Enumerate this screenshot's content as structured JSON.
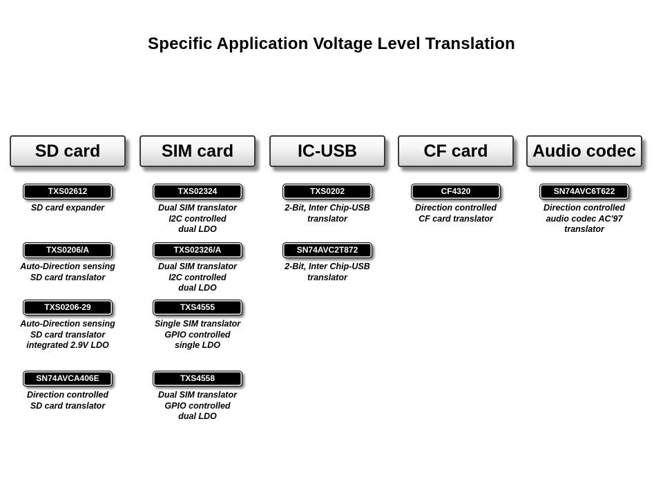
{
  "title": "Specific Application Voltage Level Translation",
  "colors": {
    "background": "#ffffff",
    "title_text": "#000000",
    "header_button_bg": "#e8e8e8",
    "header_button_border": "#3a3a3a",
    "part_button_bg": "#000000",
    "part_button_text": "#ffffff",
    "description_text": "#000000"
  },
  "columns": [
    {
      "header": "SD card",
      "parts": [
        {
          "name": "TXS02612",
          "desc": "SD card expander"
        },
        {
          "name": "TXS0206/A",
          "desc": "Auto-Direction sensing\nSD card translator"
        },
        {
          "name": "TXS0206-29",
          "desc": "Auto-Direction sensing\nSD card translator\nintegrated 2.9V LDO"
        },
        {
          "name": "SN74AVCA406E",
          "desc": "Direction controlled\nSD card translator"
        }
      ]
    },
    {
      "header": "SIM card",
      "parts": [
        {
          "name": "TXS02324",
          "desc": "Dual SIM translator\nI2C controlled\ndual LDO"
        },
        {
          "name": "TXS02326/A",
          "desc": "Dual SIM translator\nI2C controlled\ndual LDO"
        },
        {
          "name": "TXS4555",
          "desc": "Single SIM translator\nGPIO controlled\nsingle LDO"
        },
        {
          "name": "TXS4558",
          "desc": "Dual SIM translator\nGPIO controlled\ndual LDO"
        }
      ]
    },
    {
      "header": "IC-USB",
      "parts": [
        {
          "name": "TXS0202",
          "desc": "2-Bit, Inter Chip-USB\ntranslator"
        },
        {
          "name": "SN74AVC2T872",
          "desc": "2-Bit, Inter Chip-USB\ntranslator"
        }
      ]
    },
    {
      "header": "CF card",
      "parts": [
        {
          "name": "CF4320",
          "desc": "Direction controlled\nCF card translator"
        }
      ]
    },
    {
      "header": "Audio codec",
      "parts": [
        {
          "name": "SN74AVC6T622",
          "desc": "Direction controlled\naudio codec AC'97\ntranslator"
        }
      ]
    }
  ]
}
